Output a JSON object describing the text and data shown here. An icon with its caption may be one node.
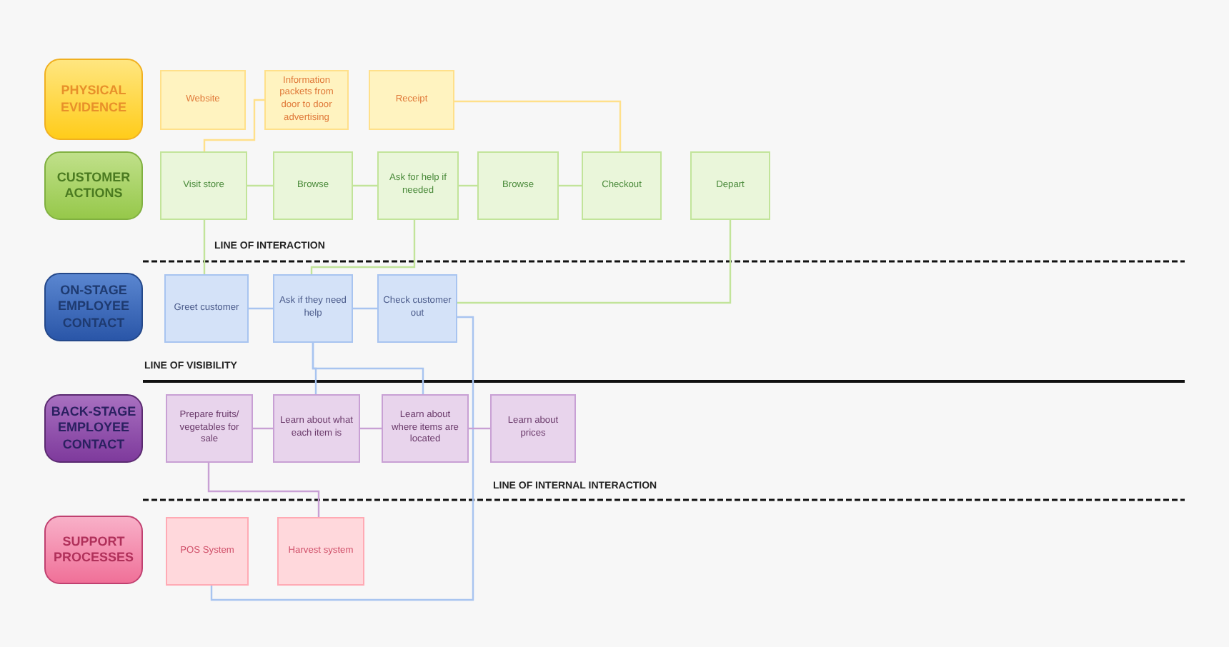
{
  "diagram": {
    "nodes": [
      {
        "text": [
          "PHYSICAL EVIDENCE"
        ]
      },
      {
        "text": [
          "Website"
        ]
      },
      {
        "text": [
          "Information packets from door to door advertising"
        ]
      },
      {
        "text": [
          "Receipt"
        ]
      },
      {
        "text": [
          "CUSTOMER ACTIONS"
        ]
      },
      {
        "text": [
          "Visit store"
        ]
      },
      {
        "text": [
          "Browse"
        ]
      },
      {
        "text": [
          "Ask for help if needed"
        ]
      },
      {
        "text": [
          "Browse"
        ]
      },
      {
        "text": [
          "Checkout"
        ]
      },
      {
        "text": [
          "Depart"
        ]
      },
      {
        "text": [
          "ON-STAGE EMPLOYEE CONTACT"
        ]
      },
      {
        "text": [
          "Greet customer"
        ]
      },
      {
        "text": [
          "Ask if they need help"
        ]
      },
      {
        "text": [
          "Check customer out"
        ]
      },
      {
        "text": [
          "BACK-STAGE EMPLOYEE CONTACT"
        ]
      },
      {
        "text": [
          "Prepare fruits/ vegetables for sale"
        ]
      },
      {
        "text": [
          "Learn about what each item is"
        ]
      },
      {
        "text": [
          "Learn about where items are located"
        ]
      },
      {
        "text": [
          "Learn about prices"
        ]
      },
      {
        "text": [
          "SUPPORT PROCESSES"
        ]
      },
      {
        "text": [
          "POS System"
        ]
      },
      {
        "text": [
          "Harvest system"
        ]
      }
    ],
    "edges": [
      {
        "from": 5,
        "to": 2,
        "arrow": "none",
        "color": "#ffe08a"
      },
      {
        "from": 3,
        "to": 9,
        "arrow": "none",
        "color": "#ffe08a"
      },
      {
        "from": 5,
        "to": 6,
        "arrow": "none"
      },
      {
        "from": 6,
        "to": 7,
        "arrow": "none"
      },
      {
        "from": 7,
        "to": 8,
        "arrow": "none"
      },
      {
        "from": 8,
        "to": 9,
        "arrow": "none"
      },
      {
        "from": 5,
        "to": 12,
        "arrow": "none"
      },
      {
        "from": 7,
        "to": 13,
        "arrow": "none"
      },
      {
        "from": 10,
        "to": 14,
        "arrow": "none"
      },
      {
        "from": 12,
        "to": 13,
        "arrow": "none",
        "color": "#a8c4f0"
      },
      {
        "from": 13,
        "to": 14,
        "arrow": "none",
        "color": "#a8c4f0"
      },
      {
        "from": 13,
        "to": 17,
        "arrow": "none",
        "color": "#a8c4f0"
      },
      {
        "from": 13,
        "to": 18,
        "arrow": "none",
        "color": "#a8c4f0"
      },
      {
        "from": 14,
        "to": 21,
        "arrow": "none",
        "color": "#a8c4f0"
      },
      {
        "from": 16,
        "to": 17,
        "arrow": "none",
        "color": "#c8a0d4"
      },
      {
        "from": 17,
        "to": 18,
        "arrow": "none",
        "color": "#c8a0d4"
      },
      {
        "from": 18,
        "to": 19,
        "arrow": "none",
        "color": "#c8a0d4"
      },
      {
        "from": 16,
        "to": 22,
        "arrow": "none",
        "color": "#c8a0d4"
      }
    ],
    "labels": [
      "LINE OF INTERACTION",
      "LINE OF VISIBILITY",
      "LINE OF INTERNAL INTERACTION"
    ]
  }
}
